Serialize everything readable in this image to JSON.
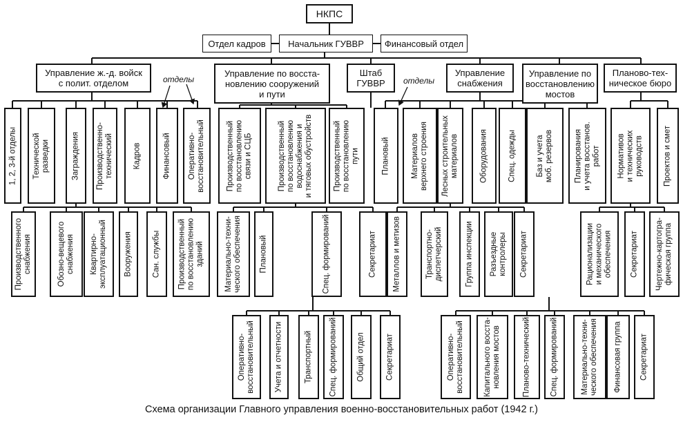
{
  "top": {
    "nkps": "НКПС",
    "kadry": "Отдел кадров",
    "chief": "Начальник ГУВВР",
    "finance": "Финансовый отдел"
  },
  "departments": [
    {
      "label": "Управление ж.-д. войск\nс полит. отделом"
    },
    {
      "label": "Управление по восста-\nновлению сооружений\nи пути"
    },
    {
      "label": "Штаб\nГУВВР"
    },
    {
      "label": "Управление\nснабжения"
    },
    {
      "label": "Управление по\nвосстановлению\nмостов"
    },
    {
      "label": "Планово-тех-\nническое бюро"
    }
  ],
  "labels": {
    "otdely_left": "отделы",
    "otdely_right": "отделы"
  },
  "row2": [
    "1, 2, 3-й отделы",
    "Технической\nразведки",
    "Заграждения",
    "Производственно-\nтехнический",
    "Кадров",
    "Финансовый",
    "Оперативно-\nвосстановительный",
    "Производственный\nпо восстановлению\nсвязи и СЦБ",
    "Производственный\nпо восстановлению\nводоснабжения и\nи тяговых обустройств",
    "Производственный\nпо восстановлению\nпути",
    "Плановый",
    "Материалов\nверхнего строения",
    "Лесных строительных\nматериалов",
    "Оборудования",
    "Спец. одежды",
    "Баз и учета\nмоб. резервов",
    "Планирования\nи учета восстанов.\nработ",
    "Нормативов\nи технических\nруководств",
    "Проектов и смет"
  ],
  "row3": [
    "Производственного\nснабжения",
    "Обозно-вещевого\nснабжения",
    "Квартирно-\nэксплуатационный",
    "Вооружения",
    "Сан. службы",
    "Производственный\nпо восстановлению\nзданий",
    "Материально-техни-\nческого обеспечения",
    "Плановый",
    "Спец. формирований",
    "Секретариат",
    "Металлов и метизов",
    "Транспортно-\nдиспетчерский",
    "Группа инспекции",
    "Разъездные\nконтролеры",
    "Секретариат",
    "Рационализации\nи механического\nобеспечения",
    "Секретариат",
    "Чертежно-картогра-\nфическая группа"
  ],
  "row4": [
    "Оперативно-\nвосстановительный",
    "Учета и отчетности",
    "Транспортный",
    "Спец. формирований",
    "Общий отдел",
    "Секретариат",
    "Оперативно-\nвосстановительный",
    "Капитального восста-\nновления мостов",
    "Планово-технический",
    "Спец. формирований",
    "Материально-техни-\nческого обеспечения",
    "Финансовая группа",
    "Секретариат"
  ],
  "caption": "Схема организации Главного управления военно-восстановительных работ (1942 г.)"
}
